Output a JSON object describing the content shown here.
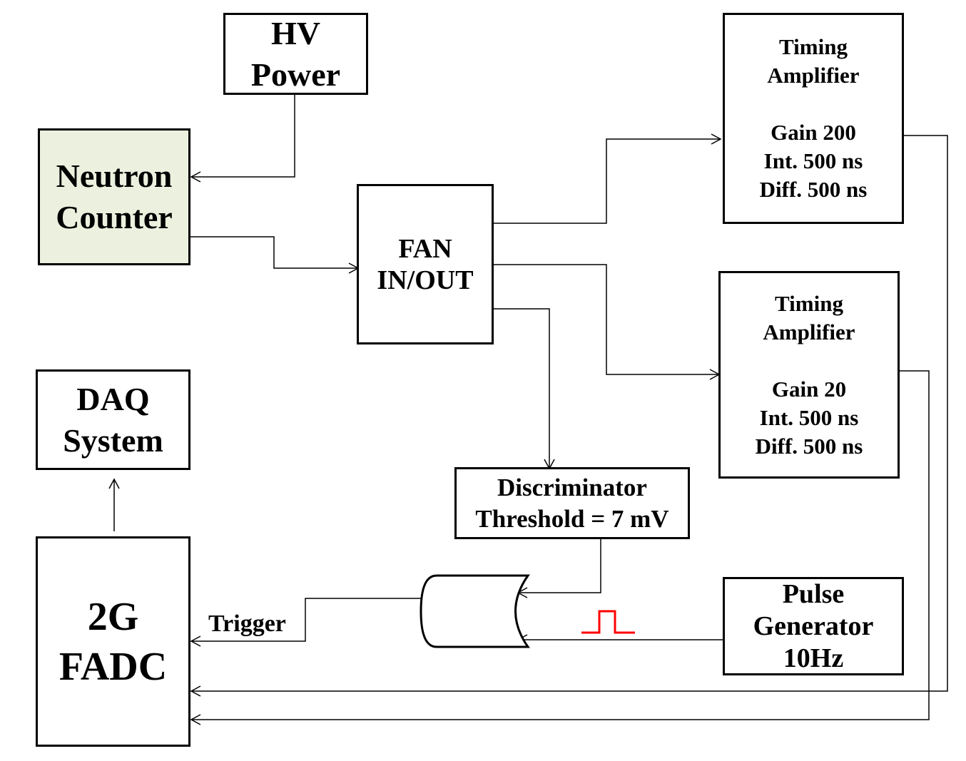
{
  "hv_power": {
    "line1": "HV",
    "line2": "Power"
  },
  "neutron_counter": {
    "line1": "Neutron",
    "line2": "Counter",
    "fill": "#ebf1de"
  },
  "fan": {
    "line1": "FAN",
    "line2": "IN/OUT"
  },
  "amp1": {
    "title1": "Timing",
    "title2": "Amplifier",
    "gain": "Gain 200",
    "int": "Int. 500 ns",
    "diff": "Diff. 500 ns"
  },
  "amp2": {
    "title1": "Timing",
    "title2": "Amplifier",
    "gain": "Gain 20",
    "int": "Int. 500 ns",
    "diff": "Diff. 500 ns"
  },
  "daq": {
    "line1": "DAQ",
    "line2": "System"
  },
  "fadc": {
    "line1": "2G",
    "line2": "FADC"
  },
  "discriminator": {
    "line1": "Discriminator",
    "line2": "Threshold = 7 mV"
  },
  "pulse_generator": {
    "line1": "Pulse",
    "line2": "Generator",
    "line3": "10Hz"
  },
  "trigger_label": "Trigger",
  "colors": {
    "wire": "#000000",
    "pulse": "#ff0000"
  }
}
